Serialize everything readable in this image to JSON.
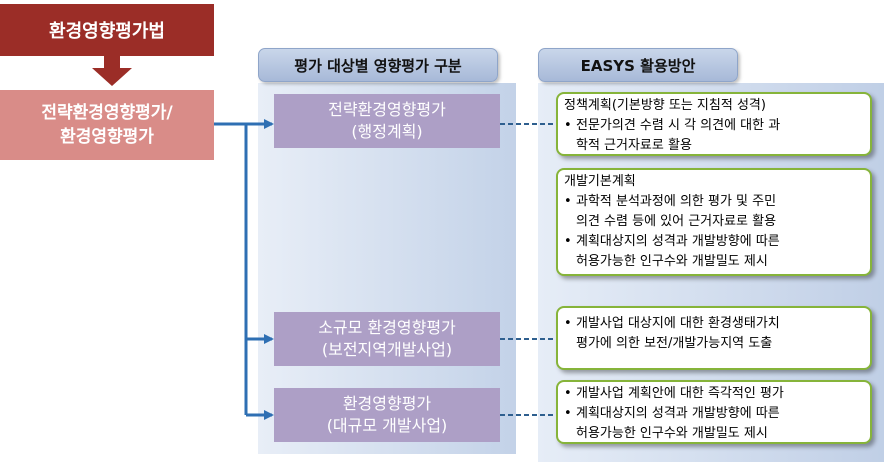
{
  "left": {
    "law_title": "환경영향평가법",
    "strategic_line1": "전략환경영향평가/",
    "strategic_line2": "환경영향평가"
  },
  "headers": {
    "evaluation": "평가 대상별 영향평가 구분",
    "easys": "EASYS 활용방안"
  },
  "items": [
    {
      "line1": "전략환경영향평가",
      "line2": "(행정계획)"
    },
    {
      "line1": "소규모 환경영향평가",
      "line2": "(보전지역개발사업)"
    },
    {
      "line1": "환경영향평가",
      "line2": "(대규모 개발사업)"
    }
  ],
  "easys_boxes": {
    "policy": {
      "title": "정책계획(기본방향 또는 지침적 성격)",
      "bullet1_line1": "전문가의견 수렴 시 각 의견에 대한 과",
      "bullet1_line2": "학적 근거자료로 활용"
    },
    "basic": {
      "title": "개발기본계획",
      "bullet1_line1": "과학적 분석과정에 의한 평가 및 주민",
      "bullet1_line2": "의견 수렴 등에 있어 근거자료로 활용",
      "bullet2_line1": "계획대상지의 성격과 개발방향에 따른",
      "bullet2_line2": "허용가능한 인구수와 개발밀도 제시"
    },
    "small": {
      "bullet1_line1": "개발사업 대상지에 대한 환경생태가치",
      "bullet1_line2": "평가에 의한 보전/개발가능지역 도출"
    },
    "large": {
      "bullet1": "개발사업 계획안에 대한 즉각적인 평가",
      "bullet2_line1": "계획대상지의 성격과 개발방향에 따른",
      "bullet2_line2": "허용가능한 인구수와 개발밀도 제시"
    },
    "bullet_symbol": "•"
  },
  "colors": {
    "law_box": "#9b2d27",
    "strategic_box": "#d98c88",
    "item_box": "#ad9fc6",
    "green_border": "#86b43a",
    "connector_blue": "#2e6fb3",
    "dashed_blue": "#2e5f8f"
  }
}
